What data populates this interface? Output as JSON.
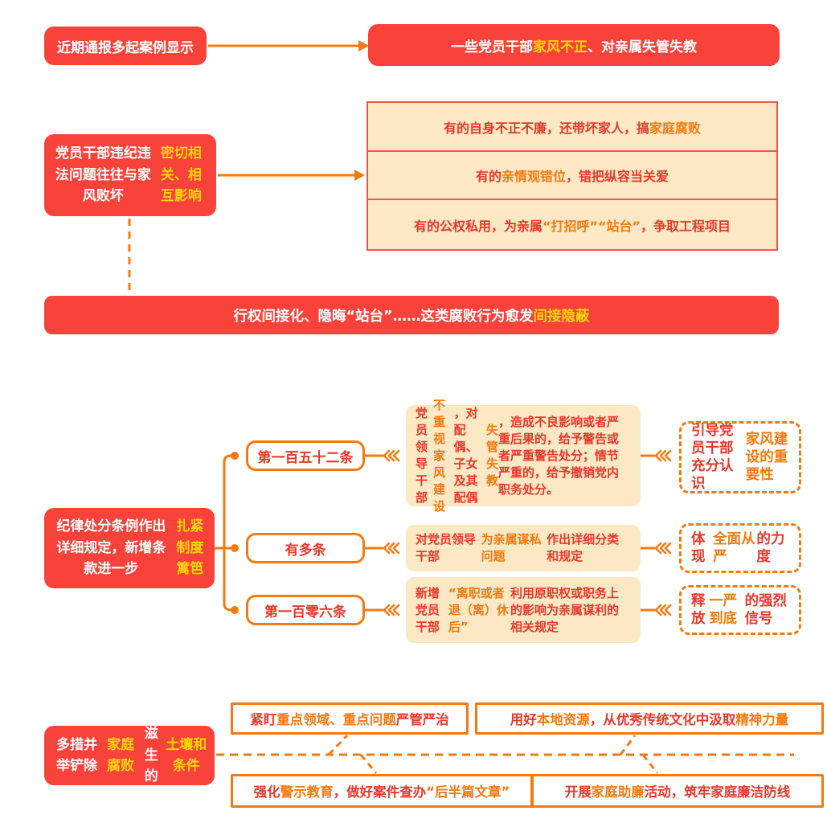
{
  "colors": {
    "box_red": "#f9423a",
    "highlight_yellow": "#ffd60a",
    "highlight_orange": "#f4790f",
    "body_red": "#e8382a",
    "cream": "#fce8c4"
  },
  "top": {
    "left": [
      {
        "t": "近期通报多起案例显示",
        "tone": "base"
      }
    ],
    "right": [
      {
        "t": "一些党员干部",
        "tone": "base"
      },
      {
        "t": "家风不正",
        "tone": "hl"
      },
      {
        "t": "、对亲属失管失教",
        "tone": "base"
      }
    ]
  },
  "section2": {
    "left": [
      {
        "t": "党员干部违纪违法问题往往与家风败坏",
        "tone": "base"
      },
      {
        "t": "密切相关、相互影响",
        "tone": "hl"
      }
    ],
    "rows": [
      [
        {
          "t": "有的自身不正不廉，还带坏家人，搞",
          "tone": "base"
        },
        {
          "t": "家庭腐败",
          "tone": "hl"
        }
      ],
      [
        {
          "t": "有的",
          "tone": "base"
        },
        {
          "t": "亲情观错位",
          "tone": "hl"
        },
        {
          "t": "，错把纵容当关爱",
          "tone": "base"
        }
      ],
      [
        {
          "t": "有的公权私用，为亲属",
          "tone": "base"
        },
        {
          "t": "“打招呼”“站台”",
          "tone": "hl"
        },
        {
          "t": "，争取工程项目",
          "tone": "base"
        }
      ]
    ]
  },
  "banner": [
    {
      "t": "行权间接化、隐晦“站台”……这类腐败行为愈发",
      "tone": "base"
    },
    {
      "t": "间接隐蔽",
      "tone": "hl"
    }
  ],
  "section3": {
    "left": [
      {
        "t": "纪律处分条例作出详细规定，新增条款进一步",
        "tone": "base"
      },
      {
        "t": "扎紧制度篱笆",
        "tone": "hl"
      }
    ],
    "branches": [
      {
        "label": "第一百五十二条",
        "body": [
          {
            "t": "党员领导干部",
            "tone": "base"
          },
          {
            "t": "不重视家风建设",
            "tone": "hl"
          },
          {
            "t": "，对配偶、子女及其配偶",
            "tone": "base"
          },
          {
            "t": "失管失教",
            "tone": "hl"
          },
          {
            "t": "，造成不良影响或者严重后果的，给予警告或者严重警告处分；情节严重的，给予撤销党内职务处分。",
            "tone": "base"
          }
        ],
        "note": [
          {
            "t": "引导党员干部充分认识",
            "tone": "base"
          },
          {
            "t": "家风建设的重要性",
            "tone": "hl"
          }
        ]
      },
      {
        "label": "有多条",
        "body": [
          {
            "t": "对党员领导干部",
            "tone": "base"
          },
          {
            "t": "为亲属谋私问题",
            "tone": "hl"
          },
          {
            "t": "作出详细分类和规定",
            "tone": "base"
          }
        ],
        "note": [
          {
            "t": "体现",
            "tone": "base"
          },
          {
            "t": "全面从严",
            "tone": "hl"
          },
          {
            "t": "的力度",
            "tone": "base"
          }
        ]
      },
      {
        "label": "第一百零六条",
        "body": [
          {
            "t": "新增党员干部",
            "tone": "base"
          },
          {
            "t": "“离职或者退（离）休后”",
            "tone": "hl"
          },
          {
            "t": "利用原职权或职务上的影响为亲属谋利的相关规定",
            "tone": "base"
          }
        ],
        "note": [
          {
            "t": "释放",
            "tone": "base"
          },
          {
            "t": "一严到底",
            "tone": "hl"
          },
          {
            "t": "的强烈信号",
            "tone": "base"
          }
        ]
      }
    ]
  },
  "section4": {
    "left": [
      {
        "t": "多措并举铲除",
        "tone": "base"
      },
      {
        "t": "家庭腐败",
        "tone": "hl"
      },
      {
        "t": "滋生的",
        "tone": "base"
      },
      {
        "t": "土壤和条件",
        "tone": "hl"
      }
    ],
    "items": [
      [
        {
          "t": "紧盯",
          "tone": "base"
        },
        {
          "t": "重点领域、重点问题",
          "tone": "hl"
        },
        {
          "t": "严管严治",
          "tone": "base"
        }
      ],
      [
        {
          "t": "用好",
          "tone": "base"
        },
        {
          "t": "本地资源",
          "tone": "hl"
        },
        {
          "t": "，从优秀传统文化中汲取",
          "tone": "base"
        },
        {
          "t": "精神力量",
          "tone": "hl"
        }
      ],
      [
        {
          "t": "强化",
          "tone": "base"
        },
        {
          "t": "警示教育",
          "tone": "hl"
        },
        {
          "t": "，做好案件查办",
          "tone": "base"
        },
        {
          "t": "“后半篇文章”",
          "tone": "hl"
        }
      ],
      [
        {
          "t": "开展",
          "tone": "base"
        },
        {
          "t": "家庭助廉",
          "tone": "hl"
        },
        {
          "t": "活动，筑牢家庭廉洁防线",
          "tone": "base"
        }
      ]
    ]
  }
}
